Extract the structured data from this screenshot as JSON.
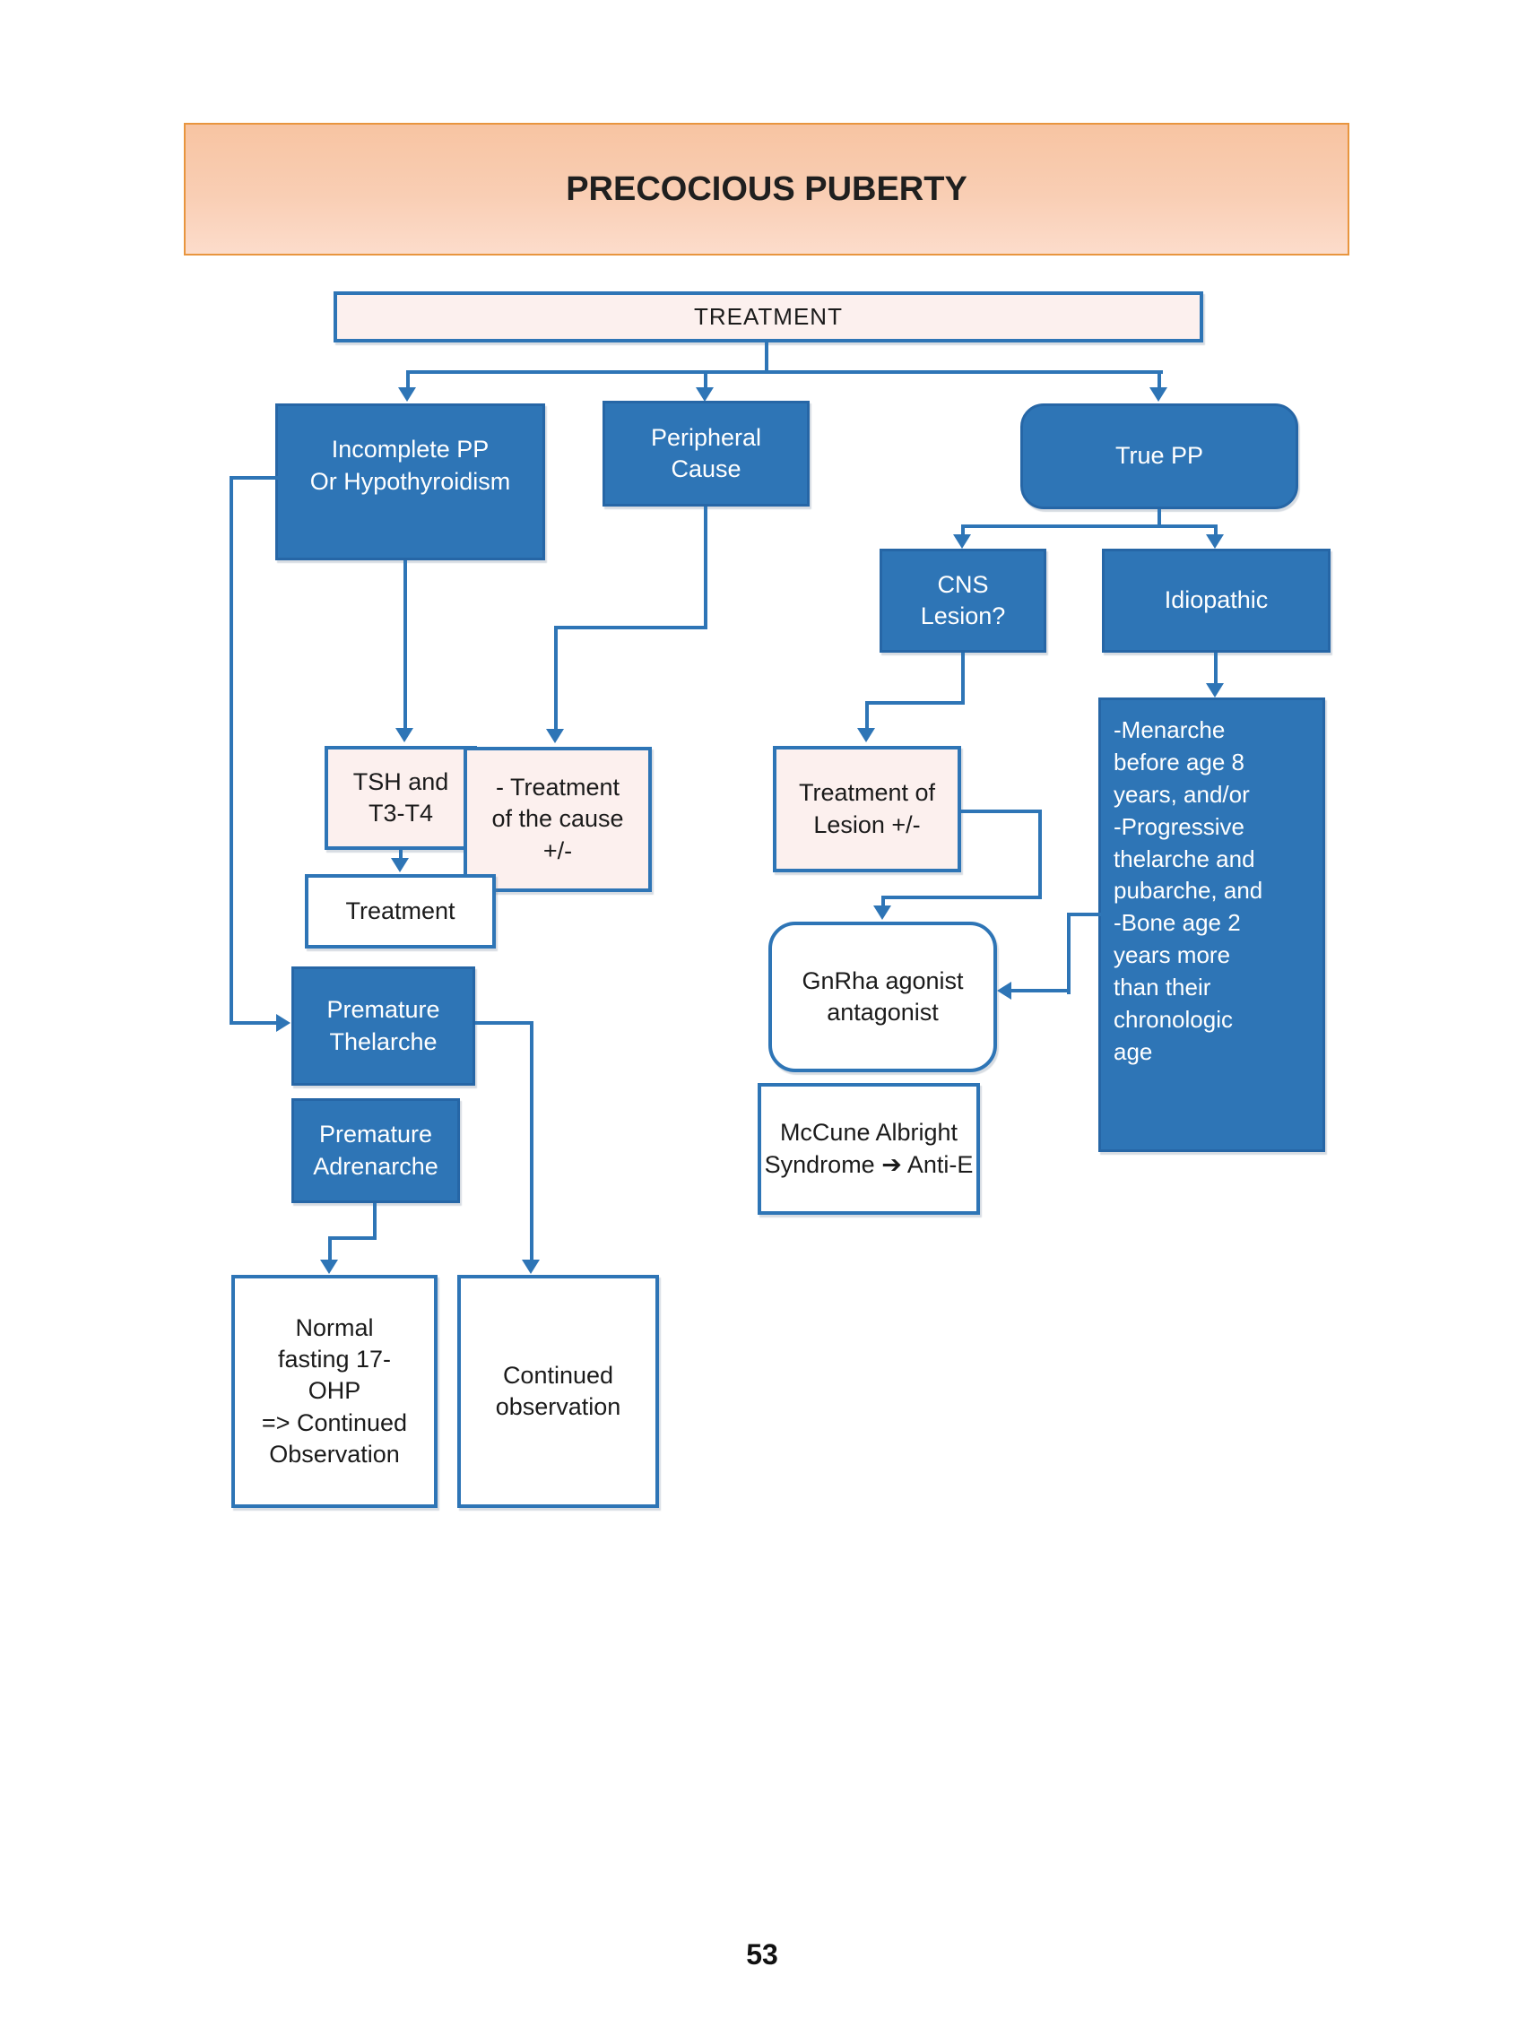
{
  "page": {
    "number": "53"
  },
  "banner": {
    "title": "PRECOCIOUS PUBERTY",
    "border_color": "#e8953e",
    "fill_top": "#f7c4a2",
    "fill_bottom": "#fcdccb"
  },
  "colors": {
    "node_blue": "#2e75b6",
    "node_blue_border": "#2666a6",
    "pink_fill": "#fcf0ee",
    "connector": "#2e75b6"
  },
  "nodes": {
    "treatment_root": {
      "label": "TREATMENT"
    },
    "incomplete": {
      "label": "Incomplete PP\nOr Hypothyroidism"
    },
    "peripheral": {
      "label": "Peripheral\nCause"
    },
    "true_pp": {
      "label": "True PP"
    },
    "cns": {
      "label": "CNS\nLesion?"
    },
    "idiopathic": {
      "label": "Idiopathic"
    },
    "tsh": {
      "label": "TSH and\nT3-T4"
    },
    "treatment_cause": {
      "label": "-  Treatment\nof the cause\n+/-"
    },
    "treatment_lesion": {
      "label": "Treatment of\nLesion +/-"
    },
    "treatment_simple": {
      "label": "Treatment"
    },
    "menarche": {
      "label": "-Menarche\nbefore age 8\nyears, and/or\n-Progressive\nthelarche and\npubarche, and\n-Bone age 2\nyears more\nthan their\nchronologic\nage"
    },
    "gnrha": {
      "label": "GnRha agonist\nantagonist"
    },
    "mccune": {
      "label": "McCune Albright\nSyndrome ➔ Anti-E"
    },
    "thelarche": {
      "label": "Premature\nThelarche"
    },
    "adrenarche": {
      "label": "Premature\nAdrenarche"
    },
    "normal_17ohp": {
      "label": "Normal\nfasting 17-\nOHP\n=> Continued\nObservation"
    },
    "continued": {
      "label": "Continued\nobservation"
    }
  }
}
